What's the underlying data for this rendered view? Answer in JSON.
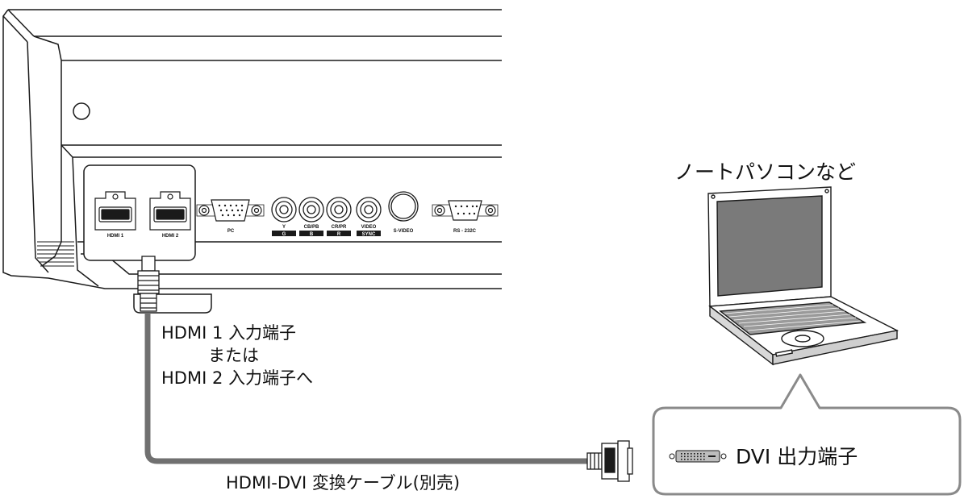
{
  "projector_ports": {
    "hdmi1": "HDMI 1",
    "hdmi2": "HDMI 2",
    "pc": "PC",
    "y": "Y",
    "y_sub": "G",
    "cb": "CB/PB",
    "cb_sub": "B",
    "cr": "CR/PR",
    "cr_sub": "R",
    "video": "VIDEO",
    "video_sub": "SYNC",
    "svideo": "S-VIDEO",
    "rs232c": "RS - 232C"
  },
  "labels": {
    "hdmi_input_line1": "HDMI 1 入力端子",
    "hdmi_input_line2": "または",
    "hdmi_input_line3": "HDMI 2 入力端子へ",
    "cable": "HDMI-DVI 変換ケーブル(別売)",
    "laptop": "ノートパソコンなど",
    "dvi_output": "DVI 出力端子"
  },
  "colors": {
    "line": "#1a1a1a",
    "cable": "#707070",
    "callout_border": "#8a8a8a"
  }
}
